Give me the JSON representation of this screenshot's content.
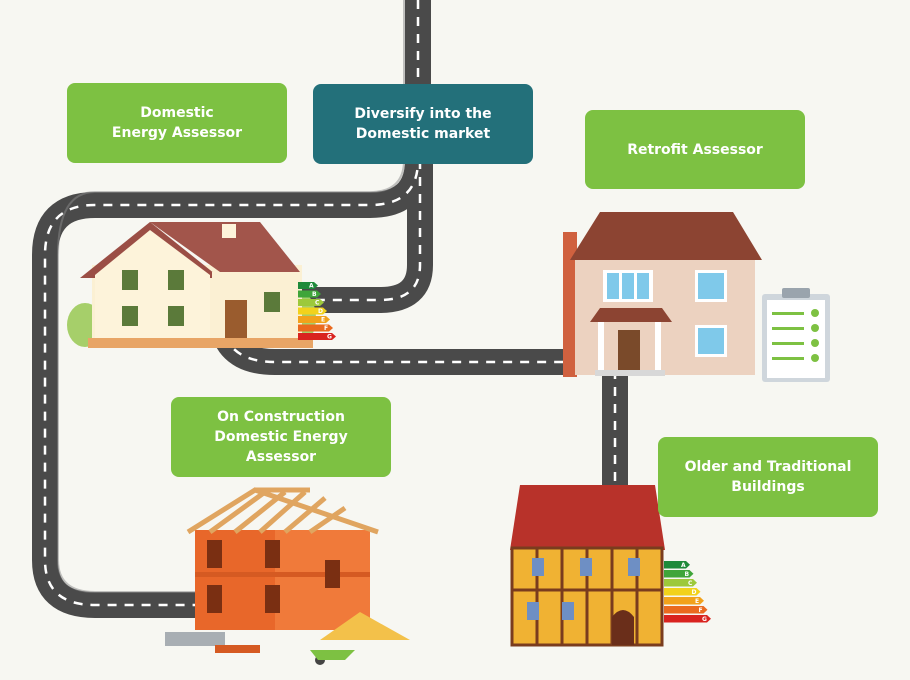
{
  "labels": {
    "domestic_energy_assessor": "Domestic\nEnergy Assessor",
    "diversify": "Diversify into the\nDomestic market",
    "retrofit_assessor": "Retrofit Assessor",
    "on_construction": "On Construction\nDomestic Energy\nAssessor",
    "older_traditional": "Older and Traditional\nBuildings"
  },
  "energy_rating_letters": [
    "A",
    "B",
    "C",
    "D",
    "E",
    "F",
    "G"
  ],
  "colors": {
    "green": "#7dc142",
    "teal": "#23707a",
    "road": "#4a4a4a",
    "background": "#f7f7f2"
  }
}
